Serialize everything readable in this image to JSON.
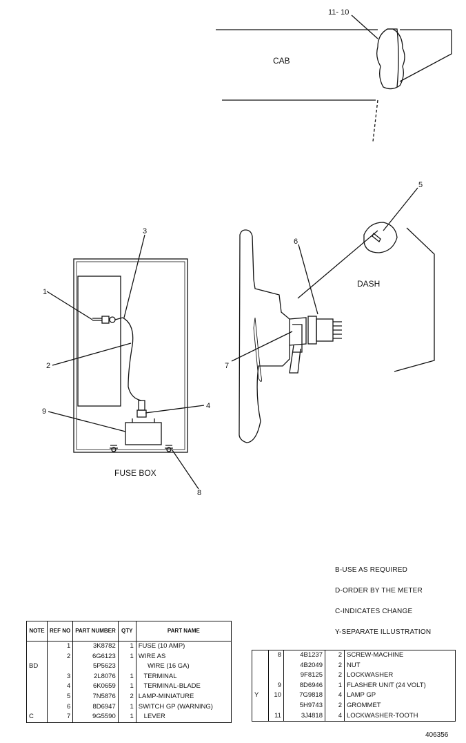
{
  "diagram": {
    "labels": {
      "cab": "CAB",
      "dash": "DASH",
      "fuse_box": "FUSE BOX",
      "callout_11_10": "11- 10",
      "callout_1": "1",
      "callout_2": "2",
      "callout_3": "3",
      "callout_4": "4",
      "callout_5": "5",
      "callout_6": "6",
      "callout_7": "7",
      "callout_8": "8",
      "callout_9": "9"
    }
  },
  "notes": [
    "B-USE AS REQUIRED",
    "D-ORDER BY THE METER",
    "C-INDICATES CHANGE",
    "Y-SEPARATE ILLUSTRATION"
  ],
  "parts_table_left": {
    "headers": {
      "note": "NOTE",
      "ref": "REF NO",
      "part": "PART NUMBER",
      "qty": "QTY",
      "name": "PART NAME"
    },
    "rows": [
      {
        "note": "",
        "ref": "1",
        "part": "3K8782",
        "qty": "1",
        "name": "FUSE (10 AMP)"
      },
      {
        "note": "",
        "ref": "2",
        "part": "6G6123",
        "qty": "1",
        "name": "WIRE AS"
      },
      {
        "note": "BD",
        "ref": "",
        "part": "5P5623",
        "qty": "",
        "name": "     WIRE (16 GA)"
      },
      {
        "note": "",
        "ref": "3",
        "part": "2L8076",
        "qty": "1",
        "name": "   TERMINAL"
      },
      {
        "note": "",
        "ref": "4",
        "part": "6K0659",
        "qty": "1",
        "name": "   TERMINAL-BLADE"
      },
      {
        "note": "",
        "ref": "5",
        "part": "7N5876",
        "qty": "2",
        "name": "LAMP-MINIATURE"
      },
      {
        "note": "",
        "ref": "6",
        "part": "8D6947",
        "qty": "1",
        "name": "SWITCH GP (WARNING)"
      },
      {
        "note": "C",
        "ref": "7",
        "part": "9G5590",
        "qty": "1",
        "name": "   LEVER"
      }
    ]
  },
  "parts_table_right": {
    "rows": [
      {
        "note": "",
        "ref": "8",
        "part": "4B1237",
        "qty": "2",
        "name": "SCREW-MACHINE"
      },
      {
        "note": "",
        "ref": "",
        "part": "4B2049",
        "qty": "2",
        "name": "NUT"
      },
      {
        "note": "",
        "ref": "",
        "part": "9F8125",
        "qty": "2",
        "name": "LOCKWASHER"
      },
      {
        "note": "",
        "ref": "9",
        "part": "8D6946",
        "qty": "1",
        "name": "FLASHER UNIT (24 VOLT)"
      },
      {
        "note": "Y",
        "ref": "10",
        "part": "7G9818",
        "qty": "4",
        "name": "LAMP GP"
      },
      {
        "note": "",
        "ref": "",
        "part": "5H9743",
        "qty": "2",
        "name": "GROMMET"
      },
      {
        "note": "",
        "ref": "11",
        "part": "3J4818",
        "qty": "4",
        "name": "LOCKWASHER-TOOTH"
      }
    ]
  },
  "drawing_number": "406356"
}
